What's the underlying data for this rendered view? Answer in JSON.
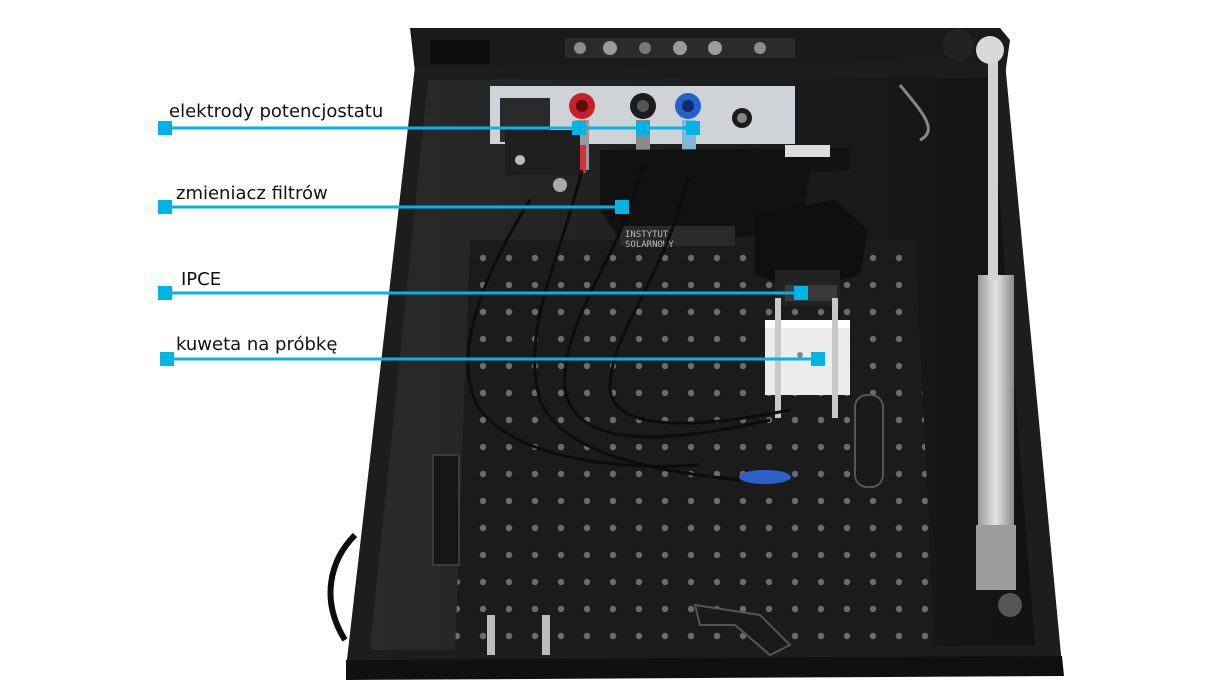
{
  "annotations": [
    {
      "id": "electrodes",
      "text": "elektrody potencjostatu"
    },
    {
      "id": "filter_changer",
      "text": "zmieniacz filtrów"
    },
    {
      "id": "ipce",
      "text": "IPCE"
    },
    {
      "id": "cuvette",
      "text": "kuweta na próbkę"
    }
  ],
  "device_plate_text": [
    "INSTYTUT",
    "SOLARNOWY"
  ],
  "colors": {
    "callout": "#00b4e6",
    "enclosure": "#141414",
    "breadboard": "#1c1c1c",
    "background": "#ffffff"
  }
}
